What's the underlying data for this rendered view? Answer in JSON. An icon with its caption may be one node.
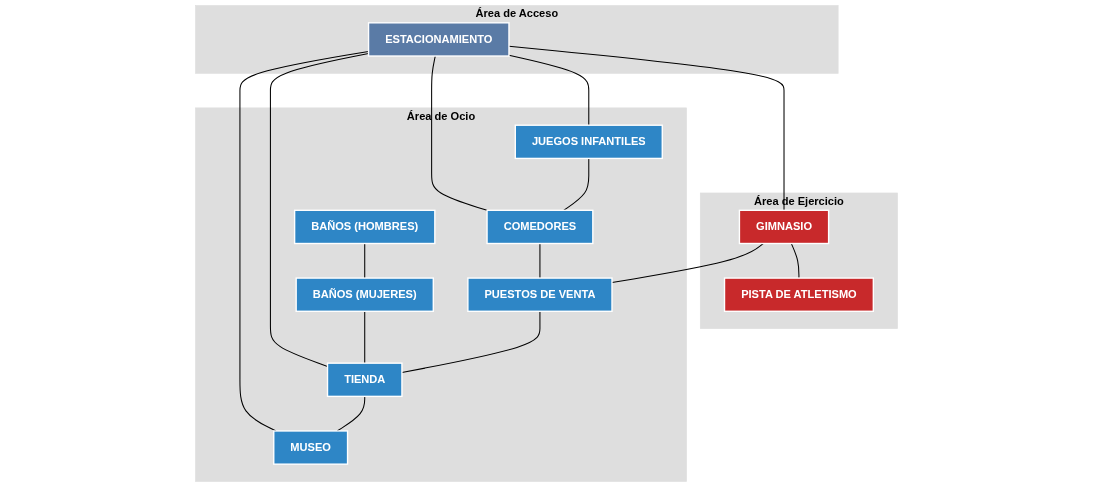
{
  "diagram": {
    "nodes": [
      {
        "text": [
          "Área de Acceso"
        ]
      },
      {
        "text": [
          "ESTACIONAMIENTO"
        ],
        "in": 0
      },
      {
        "text": [
          "Área de Ejercicio"
        ]
      },
      {
        "text": [
          "PISTA DE ATLETISMO"
        ],
        "in": 2
      },
      {
        "text": [
          "GIMNASIO"
        ],
        "in": 2
      },
      {
        "text": [
          "Área de Ocio"
        ]
      },
      {
        "text": [
          "BAÑOS (HOMBRES)"
        ],
        "in": 5
      },
      {
        "text": [
          "BAÑOS (MUJERES)"
        ],
        "in": 5
      },
      {
        "text": [
          "JUEGOS INFANTILES"
        ],
        "in": 5
      },
      {
        "text": [
          "COMEDORES"
        ],
        "in": 5
      },
      {
        "text": [
          "PUESTOS DE VENTA"
        ],
        "in": 5
      },
      {
        "text": [
          "TIENDA"
        ],
        "in": 5
      },
      {
        "text": [
          "MUSEO"
        ],
        "in": 5
      }
    ],
    "edges": [
      {
        "from": 1,
        "to": 4,
        "arrow": "none"
      },
      {
        "from": 4,
        "to": 3,
        "arrow": "none"
      },
      {
        "from": 1,
        "to": 8,
        "arrow": "none"
      },
      {
        "from": 1,
        "to": 9,
        "arrow": "none"
      },
      {
        "from": 1,
        "to": 11,
        "arrow": "none"
      },
      {
        "from": 1,
        "to": 12,
        "arrow": "none"
      },
      {
        "from": 4,
        "to": 10,
        "arrow": "none"
      },
      {
        "from": 6,
        "to": 7,
        "arrow": "none"
      },
      {
        "from": 7,
        "to": 11,
        "arrow": "none"
      },
      {
        "from": 8,
        "to": 9,
        "arrow": "none"
      },
      {
        "from": 9,
        "to": 10,
        "arrow": "none"
      },
      {
        "from": 10,
        "to": 11,
        "arrow": "none"
      },
      {
        "from": 11,
        "to": 12,
        "arrow": "none"
      }
    ]
  }
}
